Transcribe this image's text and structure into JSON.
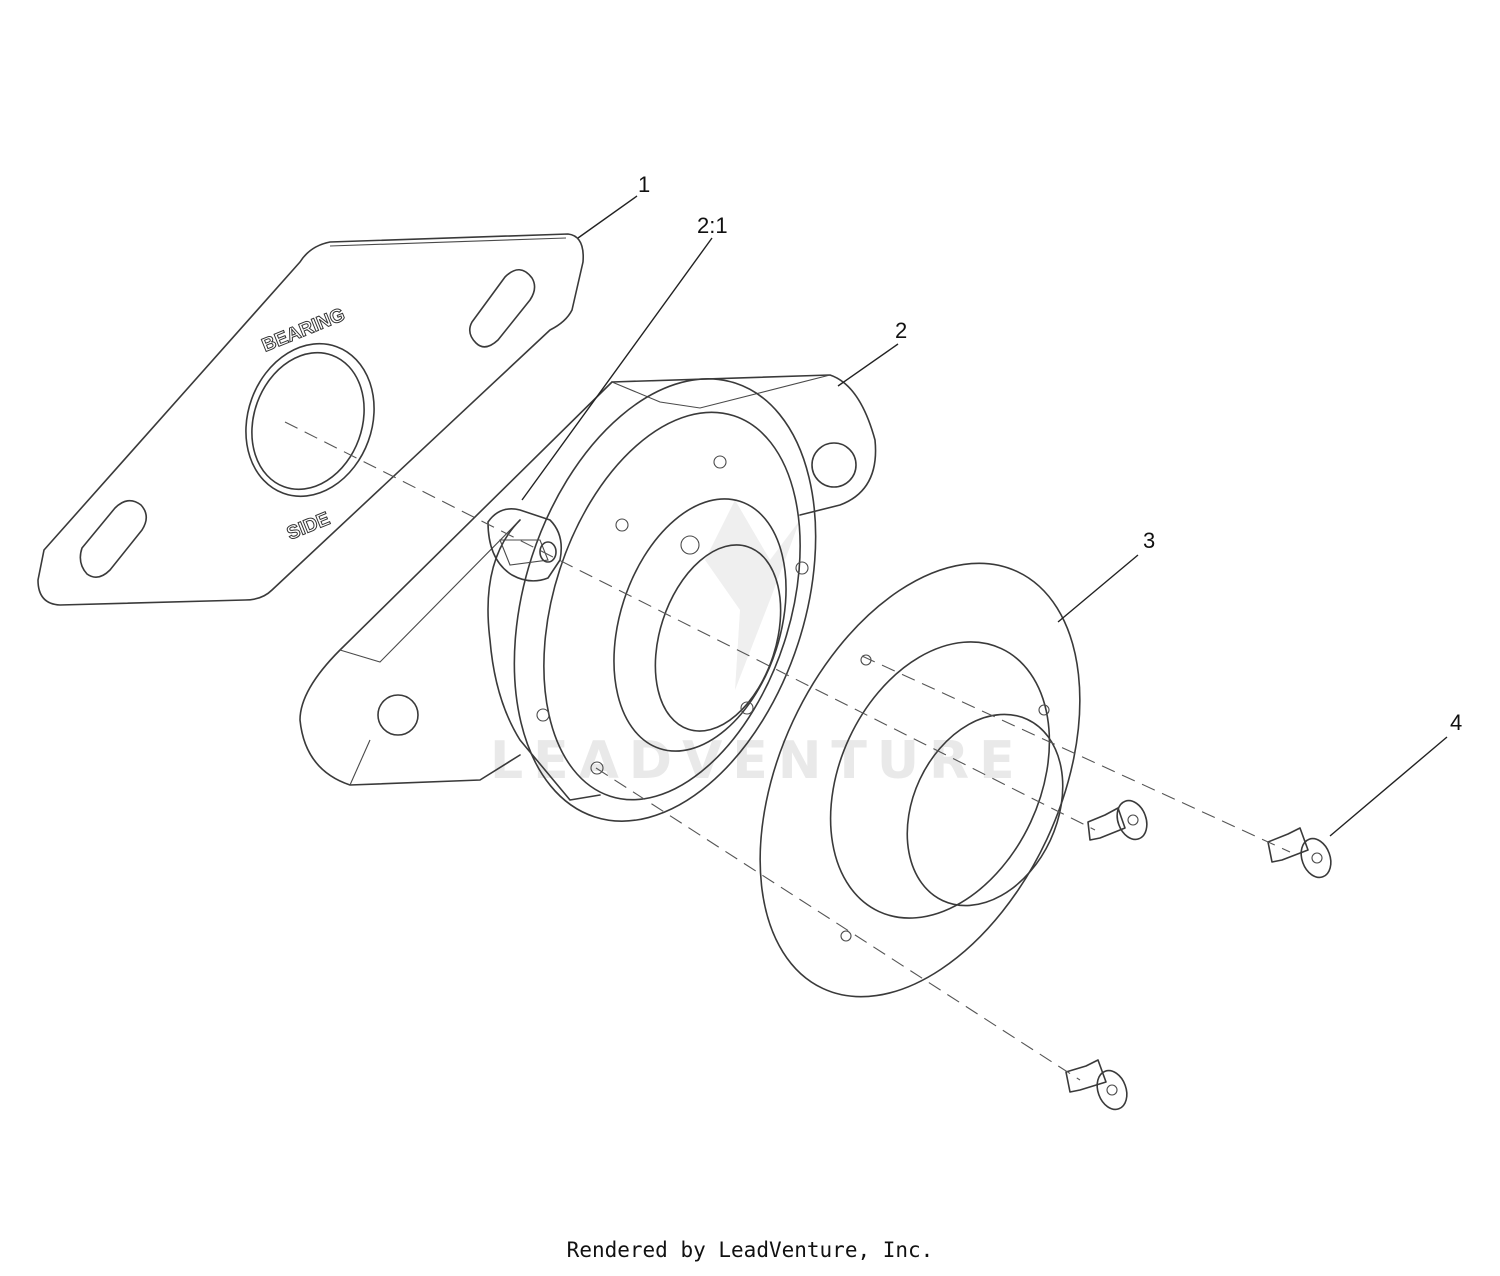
{
  "callouts": [
    {
      "id": "c1",
      "label": "1"
    },
    {
      "id": "c21",
      "label": "2:1"
    },
    {
      "id": "c2",
      "label": "2"
    },
    {
      "id": "c3",
      "label": "3"
    },
    {
      "id": "c4",
      "label": "4"
    }
  ],
  "gasket_text": {
    "top": "BEARING",
    "bottom": "SIDE"
  },
  "watermark": "LEADVENTURE",
  "footer": "Rendered by LeadVenture, Inc."
}
